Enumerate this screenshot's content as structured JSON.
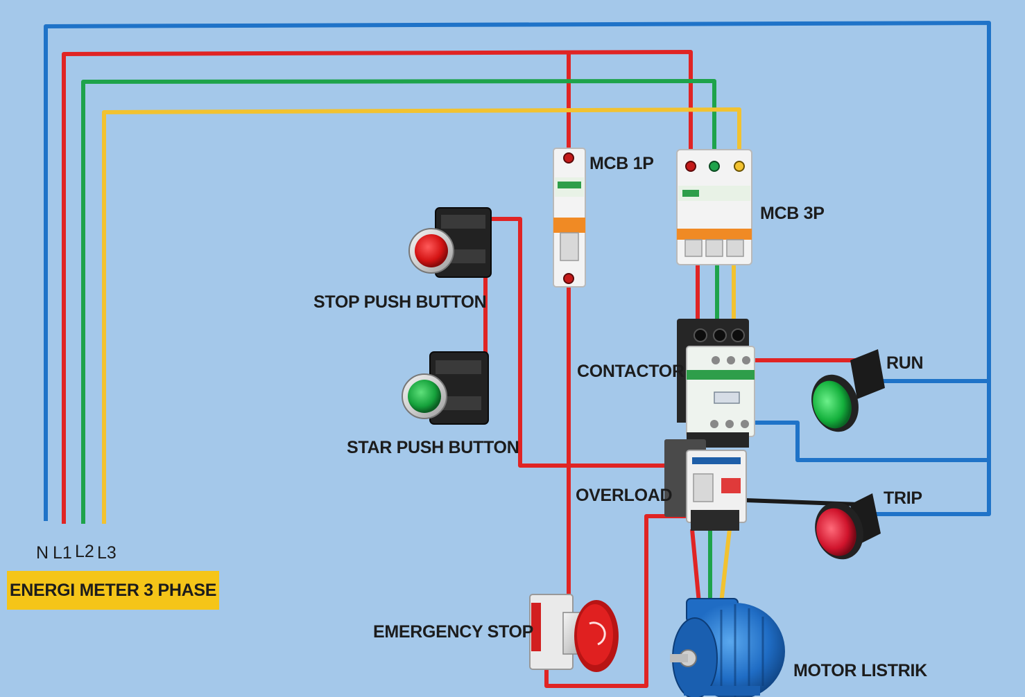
{
  "colors": {
    "background": "#a4c8ea",
    "neutral_wire": "#1f73c8",
    "L1_wire": "#e02424",
    "L2_wire": "#1ea34b",
    "L3_wire": "#f2c230",
    "control_wire": "#e02424",
    "trip_wire": "#1a1a1a",
    "meter_label_bg": "#f5c518"
  },
  "phases": {
    "n": "N",
    "l1": "L1",
    "l2": "L2",
    "l3": "L3"
  },
  "meter": {
    "label": "ENERGI METER 3 PHASE"
  },
  "components": {
    "mcb1p": "MCB 1P",
    "mcb3p": "MCB 3P",
    "stop_button": "STOP PUSH BUTTON",
    "start_button": "STAR PUSH BUTTON",
    "contactor": "CONTACTOR",
    "overload": "OVERLOAD",
    "run_lamp": "RUN",
    "trip_lamp": "TRIP",
    "emergency_stop": "EMERGENCY STOP",
    "motor": "MOTOR LISTRIK"
  },
  "icons": {
    "mcb1p": "single-pole-breaker-icon",
    "mcb3p": "three-pole-breaker-icon",
    "stop_button": "red-push-button-icon",
    "start_button": "green-push-button-icon",
    "contactor": "contactor-icon",
    "overload": "overload-relay-icon",
    "run_lamp": "green-pilot-lamp-icon",
    "trip_lamp": "red-pilot-lamp-icon",
    "emergency_stop": "emergency-stop-icon",
    "motor": "electric-motor-icon"
  }
}
